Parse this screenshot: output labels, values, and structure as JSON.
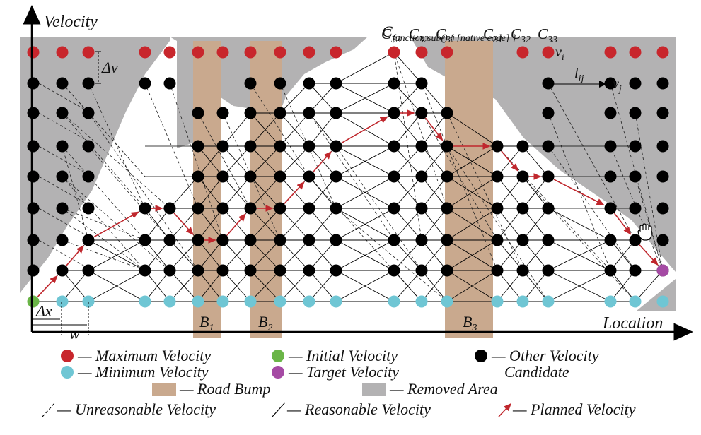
{
  "axes": {
    "y_label": "Velocity",
    "x_label": "Location"
  },
  "annotations": {
    "delta_v": "Δv",
    "delta_x": "Δx",
    "w": "w",
    "l_ij": "lij",
    "v_i": "vi",
    "v_j": "vj",
    "c_labels_left": [
      "C33",
      "C32",
      "C31"
    ],
    "c_labels_right": [
      "C31",
      "C32",
      "C33"
    ]
  },
  "bumps": [
    "B1",
    "B2",
    "B3"
  ],
  "legend": {
    "max_velocity": "— Maximum Velocity",
    "min_velocity": "— Minimum Velocity",
    "initial_velocity": "— Initial Velocity",
    "target_velocity": "— Target Velocity",
    "other_velocity_1": "— Other Velocity",
    "other_velocity_2": "Candidate",
    "road_bump": "— Road Bump",
    "removed_area": "— Removed Area",
    "unreasonable": "— Unreasonable Velocity",
    "reasonable": "— Reasonable Velocity",
    "planned": "— Planned Velocity"
  },
  "colors": {
    "max": "#c8262c",
    "min": "#6fc6d4",
    "initial": "#6ab547",
    "target": "#a54aa4",
    "other": "#000000",
    "bump": "#c9a98e",
    "removed": "#b3b2b3",
    "planned": "#c0272d"
  }
}
